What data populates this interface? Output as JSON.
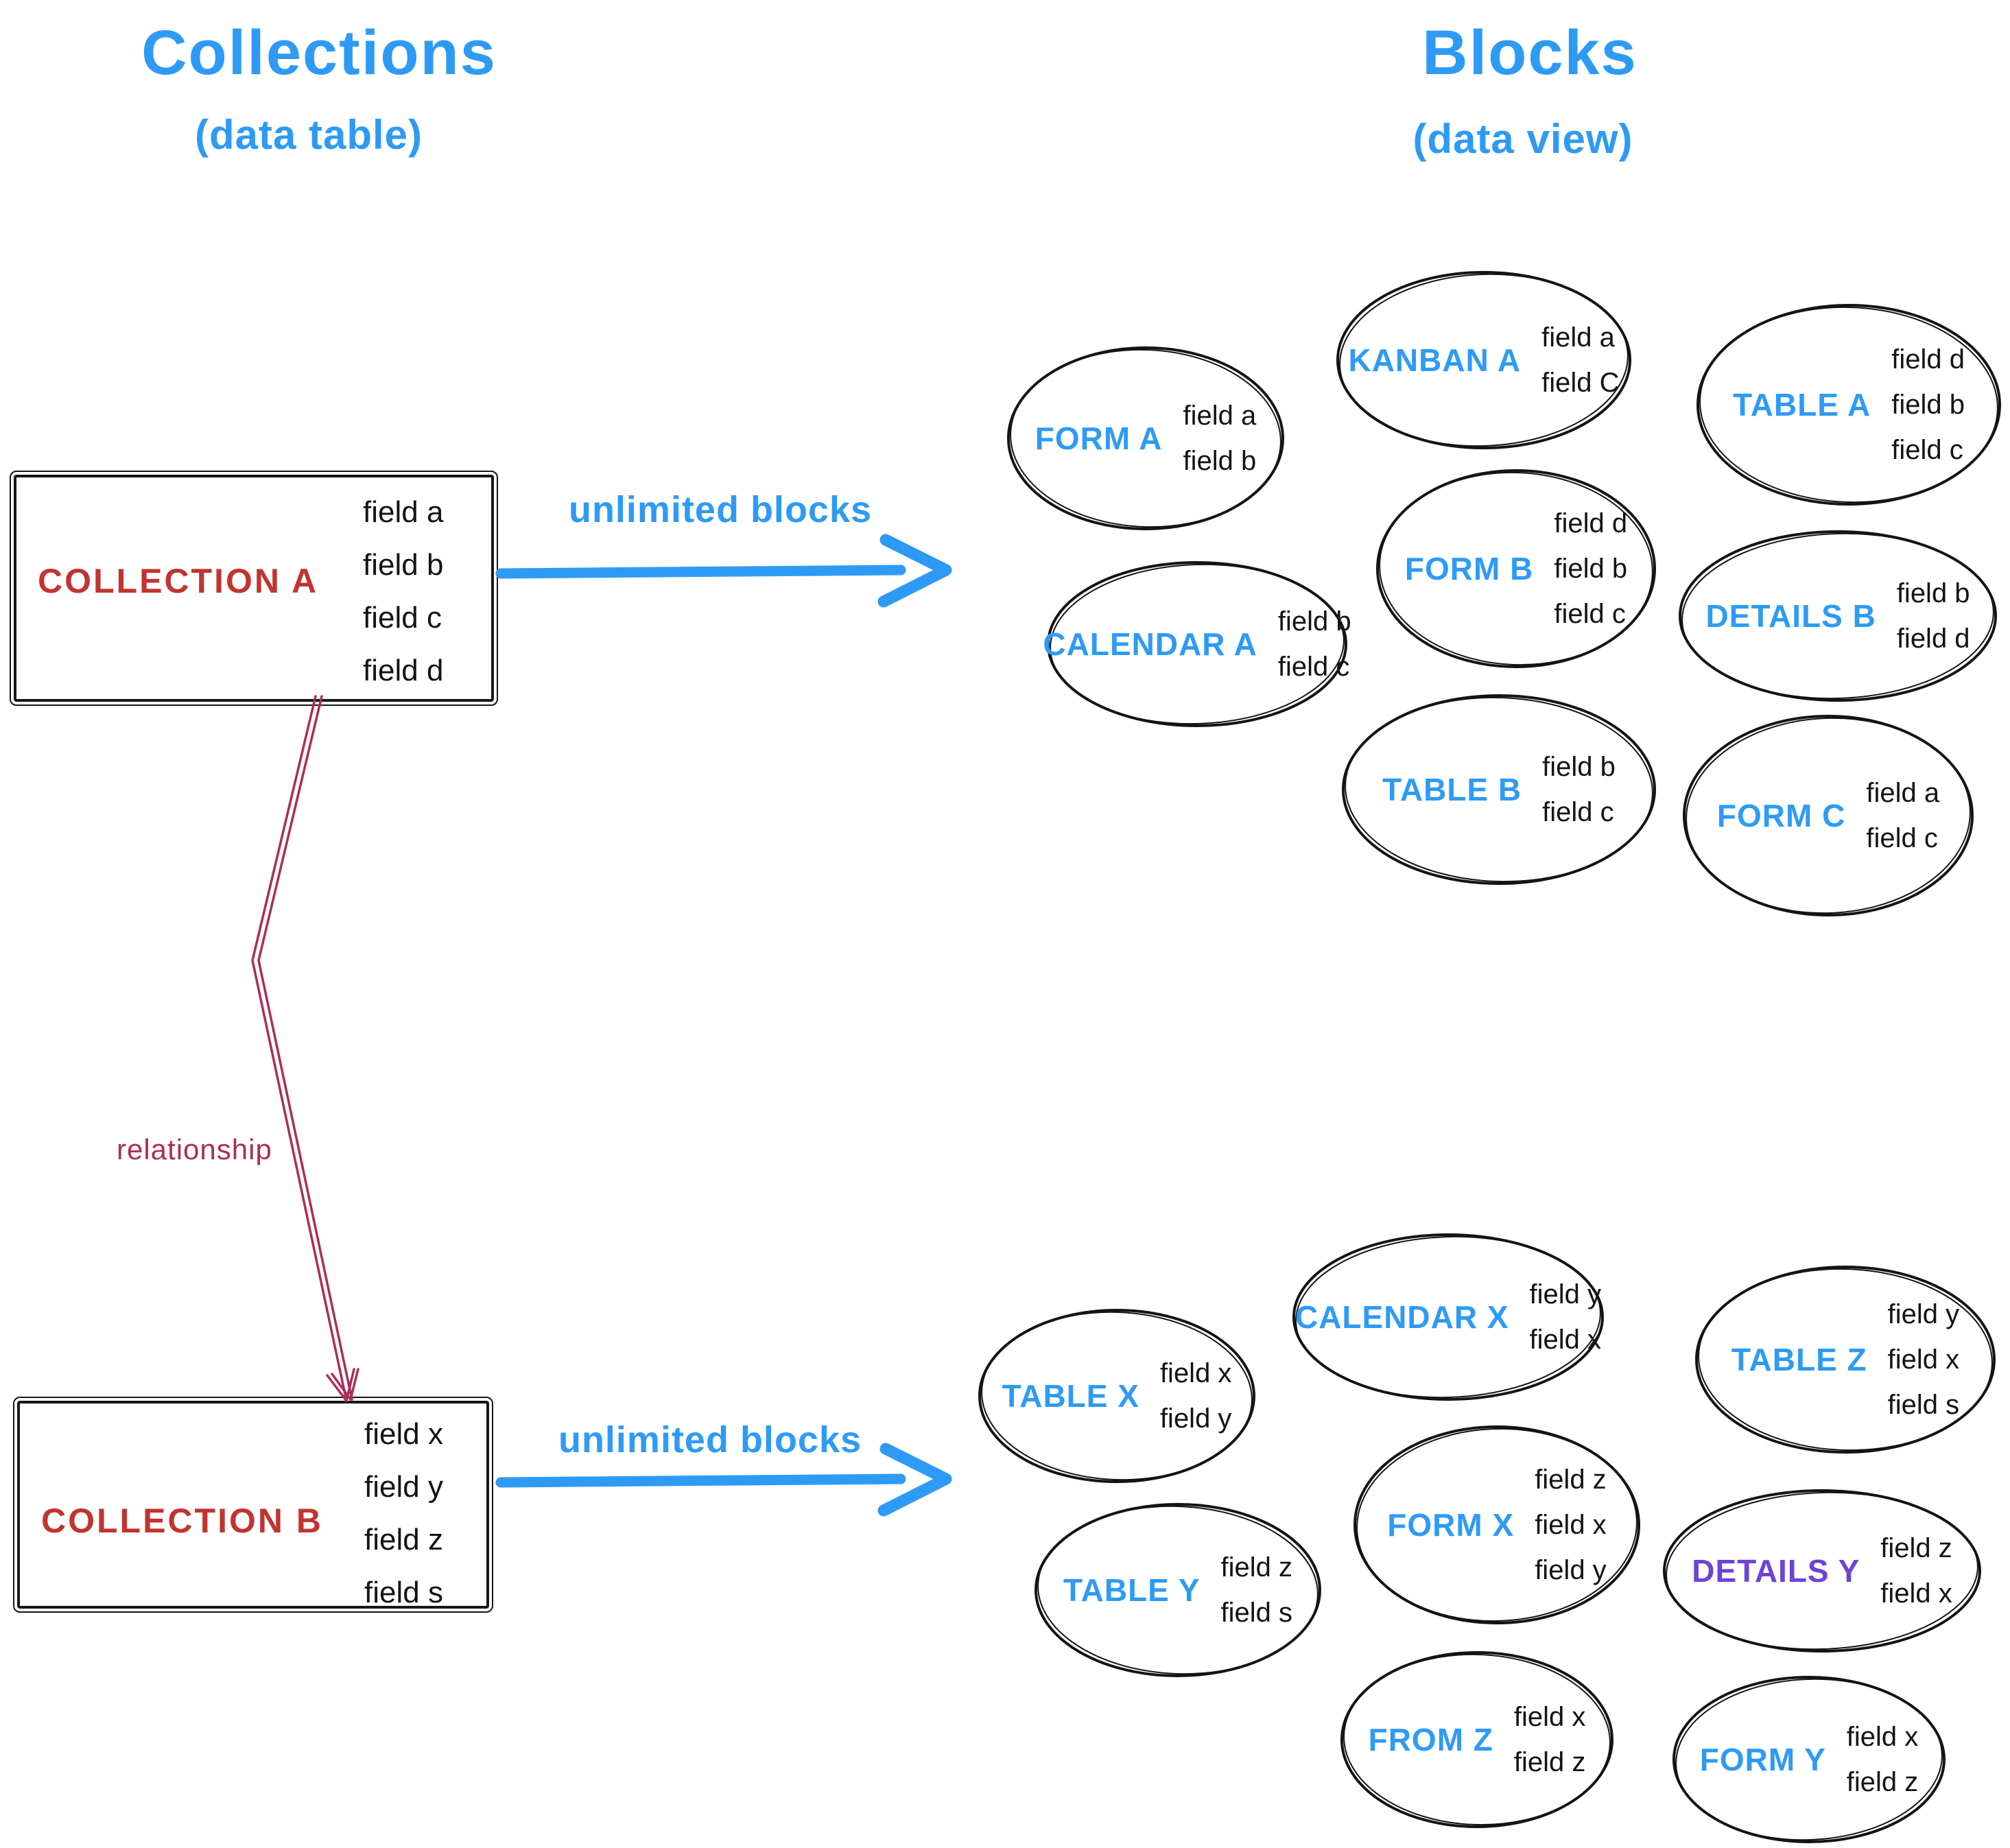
{
  "titles": {
    "left_title": "Collections",
    "left_subtitle": "(data table)",
    "right_title": "Blocks",
    "right_subtitle": "(data view)"
  },
  "colors": {
    "blue": "#2d9bf5",
    "red": "#c23430",
    "crimson": "#ad2d57",
    "purple": "#6f42d8",
    "ink": "#141414"
  },
  "collections": [
    {
      "name": "COLLECTION A",
      "fields": [
        "field a",
        "field b",
        "field c",
        "field d"
      ]
    },
    {
      "name": "COLLECTION B",
      "fields": [
        "field x",
        "field y",
        "field z",
        "field s"
      ]
    }
  ],
  "arrows": {
    "unlimited_top_label": "unlimited blocks",
    "unlimited_bottom_label": "unlimited blocks",
    "relationship_label": "relationship"
  },
  "blocks_top": [
    {
      "name": "FORM A",
      "fields": [
        "field a",
        "field b"
      ]
    },
    {
      "name": "KANBAN A",
      "fields": [
        "field a",
        "field C"
      ]
    },
    {
      "name": "TABLE A",
      "fields": [
        "field d",
        "field b",
        "field c"
      ]
    },
    {
      "name": "CALENDAR A",
      "fields": [
        "field b",
        "field c"
      ]
    },
    {
      "name": "FORM B",
      "fields": [
        "field d",
        "field b",
        "field c"
      ]
    },
    {
      "name": "DETAILS B",
      "fields": [
        "field b",
        "field d"
      ]
    },
    {
      "name": "TABLE B",
      "fields": [
        "field b",
        "field c"
      ]
    },
    {
      "name": "FORM C",
      "fields": [
        "field a",
        "field c"
      ]
    }
  ],
  "blocks_bottom": [
    {
      "name": "TABLE X",
      "fields": [
        "field x",
        "field y"
      ]
    },
    {
      "name": "CALENDAR X",
      "fields": [
        "field y",
        "field x"
      ]
    },
    {
      "name": "TABLE Z",
      "fields": [
        "field y",
        "field x",
        "field s"
      ]
    },
    {
      "name": "FORM X",
      "fields": [
        "field z",
        "field x",
        "field y"
      ]
    },
    {
      "name": "TABLE Y",
      "fields": [
        "field z",
        "field s"
      ]
    },
    {
      "name": "DETAILS Y",
      "fields": [
        "field z",
        "field x"
      ]
    },
    {
      "name": "FROM Z",
      "fields": [
        "field x",
        "field z"
      ]
    },
    {
      "name": "FORM Y",
      "fields": [
        "field x",
        "field z"
      ]
    }
  ]
}
